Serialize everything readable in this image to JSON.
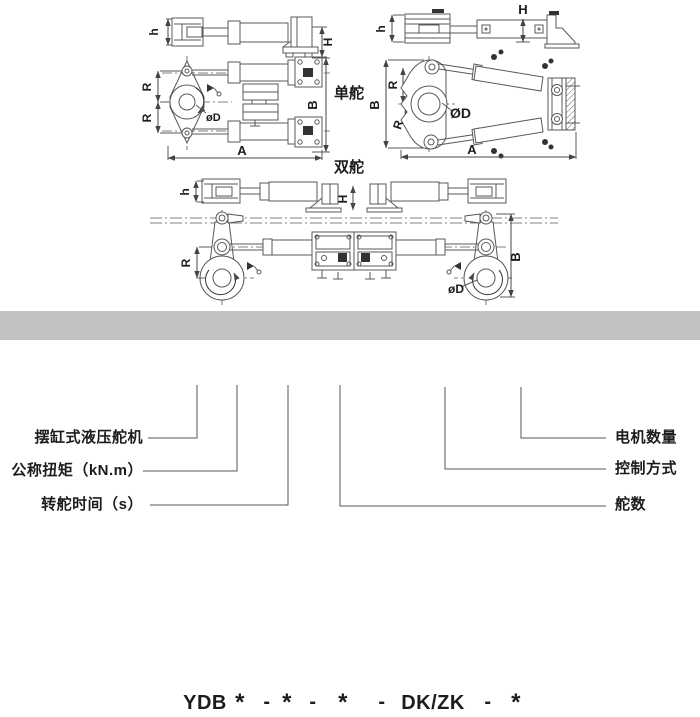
{
  "colors": {
    "divider": "#c2c2c5",
    "line": "#585858",
    "dim": "#444444"
  },
  "views": {
    "single_label": "单舵",
    "double_label": "双舵"
  },
  "dims": {
    "h": "h",
    "H": "H",
    "R": "R",
    "A": "A",
    "B": "B",
    "OD": "ØD",
    "od": "øD"
  },
  "designation": {
    "code": [
      {
        "t": "YDB"
      },
      {
        "t": "*"
      },
      {
        "t": "-"
      },
      {
        "t": "*"
      },
      {
        "t": "-"
      },
      {
        "t": "*"
      },
      {
        "t": "-"
      },
      {
        "t": "DK/ZK"
      },
      {
        "t": "-"
      },
      {
        "t": "*"
      }
    ],
    "left_labels": [
      {
        "label": "摆缸式液压舵机"
      },
      {
        "label": "公称扭矩（kN.m）"
      },
      {
        "label": "转舵时间（s）"
      }
    ],
    "right_labels": [
      {
        "label": "电机数量"
      },
      {
        "label": "控制方式"
      },
      {
        "label": "舵数"
      }
    ]
  }
}
